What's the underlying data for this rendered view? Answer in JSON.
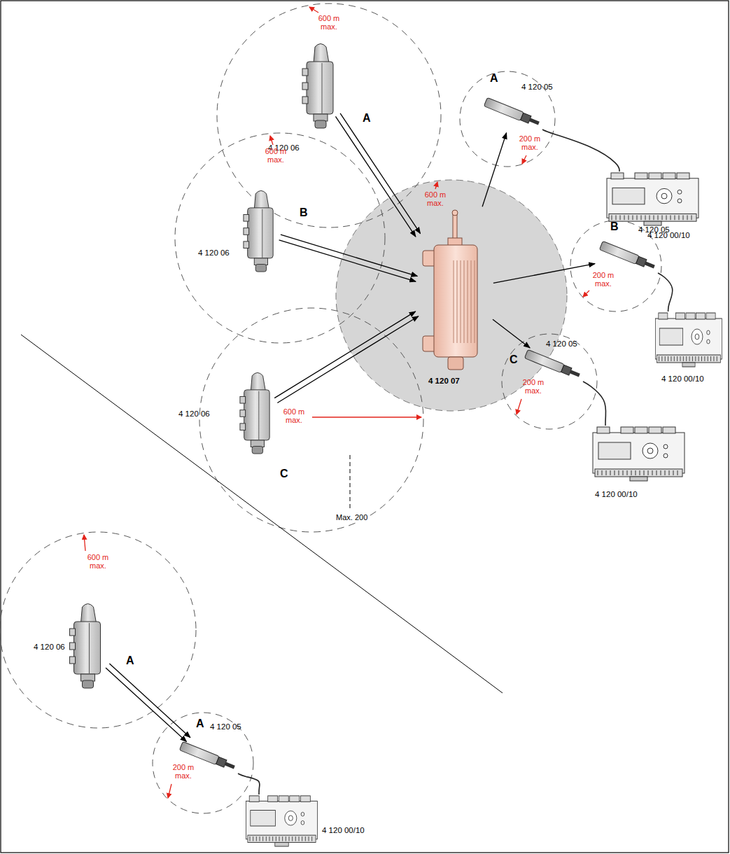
{
  "diagram": {
    "nodes": [
      {
        "text": [
          "600 m max.",
          "4 120 06",
          "A"
        ]
      },
      {
        "text": [
          "A",
          "4 120 05",
          "200 m max."
        ]
      },
      {
        "text": [
          "4 120 00/10"
        ]
      },
      {
        "text": [
          "600 m max.",
          "B",
          "4 120 06"
        ]
      },
      {
        "text": [
          "600 m max.",
          "4 120 07"
        ]
      },
      {
        "text": [
          "B",
          "4 120 05",
          "200 m max."
        ]
      },
      {
        "text": [
          "4 120 00/10"
        ]
      },
      {
        "text": [
          "600 m max.",
          "4 120 06",
          "C"
        ]
      },
      {
        "text": [
          "C",
          "4 120 05",
          "200 m max."
        ]
      },
      {
        "text": [
          "4 120 00/10"
        ]
      },
      {
        "text": [
          "600 m max.",
          "4 120 06",
          "A"
        ]
      },
      {
        "text": [
          "A",
          "4 120 05",
          "200 m max."
        ]
      },
      {
        "text": [
          "4 120 00/10"
        ]
      }
    ],
    "edges": [
      {
        "from": 0,
        "to": 4,
        "arrow": "to"
      },
      {
        "from": 3,
        "to": 4,
        "arrow": "to"
      },
      {
        "from": 7,
        "to": 4,
        "arrow": "to"
      },
      {
        "from": 4,
        "to": 1,
        "arrow": "to"
      },
      {
        "from": 1,
        "to": 2,
        "arrow": "none"
      },
      {
        "from": 4,
        "to": 5,
        "arrow": "to"
      },
      {
        "from": 5,
        "to": 6,
        "arrow": "none"
      },
      {
        "from": 4,
        "to": 8,
        "arrow": "to"
      },
      {
        "from": 8,
        "to": 9,
        "arrow": "none"
      },
      {
        "from": 10,
        "to": 11,
        "arrow": "to"
      },
      {
        "from": 11,
        "to": 12,
        "arrow": "none"
      }
    ],
    "labels": [
      "Max. 200"
    ]
  }
}
